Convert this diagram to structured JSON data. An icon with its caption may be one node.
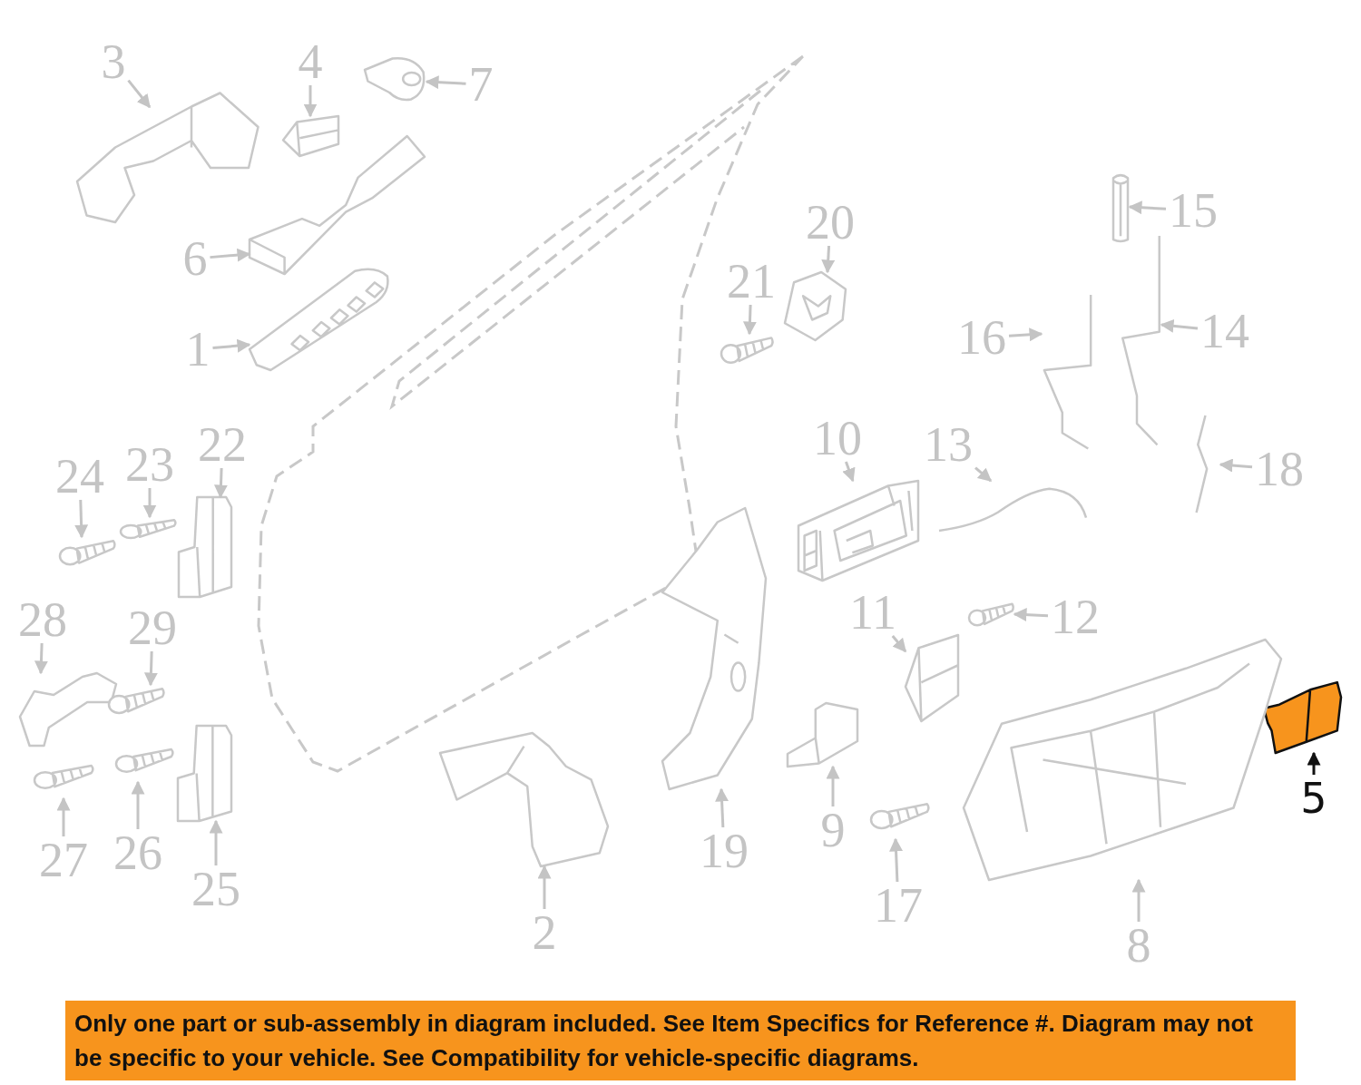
{
  "diagram": {
    "nodes": [
      {
        "text": [
          "1"
        ]
      },
      {
        "text": [
          "2"
        ]
      },
      {
        "text": [
          "3"
        ]
      },
      {
        "text": [
          "4"
        ]
      },
      {
        "text": [
          "5"
        ]
      },
      {
        "text": [
          "6"
        ]
      },
      {
        "text": [
          "7"
        ]
      },
      {
        "text": [
          "8"
        ]
      },
      {
        "text": [
          "9"
        ]
      },
      {
        "text": [
          "10"
        ]
      },
      {
        "text": [
          "11"
        ]
      },
      {
        "text": [
          "12"
        ]
      },
      {
        "text": [
          "13"
        ]
      },
      {
        "text": [
          "14"
        ]
      },
      {
        "text": [
          "15"
        ]
      },
      {
        "text": [
          "16"
        ]
      },
      {
        "text": [
          "17"
        ]
      },
      {
        "text": [
          "18"
        ]
      },
      {
        "text": [
          "19"
        ]
      },
      {
        "text": [
          "20"
        ]
      },
      {
        "text": [
          "21"
        ]
      },
      {
        "text": [
          "22"
        ]
      },
      {
        "text": [
          "23"
        ]
      },
      {
        "text": [
          "24"
        ]
      },
      {
        "text": [
          "25"
        ]
      },
      {
        "text": [
          "26"
        ]
      },
      {
        "text": [
          "27"
        ]
      },
      {
        "text": [
          "28"
        ]
      },
      {
        "text": [
          "29"
        ]
      },
      {
        "text": [],
        "shape": "picture"
      },
      {
        "text": [],
        "shape": "picture"
      },
      {
        "text": [],
        "shape": "picture"
      },
      {
        "text": [],
        "shape": "picture"
      },
      {
        "text": [],
        "shape": "picture"
      },
      {
        "text": [],
        "shape": "picture"
      },
      {
        "text": [],
        "shape": "picture"
      },
      {
        "text": [],
        "shape": "picture"
      },
      {
        "text": [],
        "shape": "picture"
      },
      {
        "text": [],
        "shape": "picture"
      },
      {
        "text": [],
        "shape": "picture"
      },
      {
        "text": [],
        "shape": "picture"
      },
      {
        "text": [],
        "shape": "picture"
      },
      {
        "text": [],
        "shape": "picture"
      },
      {
        "text": [],
        "shape": "picture"
      },
      {
        "text": [],
        "shape": "picture"
      },
      {
        "text": [],
        "shape": "picture"
      },
      {
        "text": [],
        "shape": "picture"
      },
      {
        "text": [],
        "shape": "picture"
      },
      {
        "text": [],
        "shape": "picture"
      },
      {
        "text": [],
        "shape": "picture"
      },
      {
        "text": [],
        "shape": "picture"
      },
      {
        "text": [],
        "shape": "picture"
      },
      {
        "text": [],
        "shape": "picture"
      },
      {
        "text": [],
        "shape": "picture"
      },
      {
        "text": [],
        "shape": "picture"
      },
      {
        "text": [],
        "shape": "picture"
      },
      {
        "text": [],
        "shape": "picture"
      },
      {
        "text": [],
        "shape": "picture"
      },
      {
        "text": [
          "Only one part or sub-assembly in diagram included. See Item Specifics for Reference #. Diagram may not be specific to your vehicle. See Compatibility for vehicle-specific diagrams."
        ]
      }
    ],
    "edges": [
      {
        "from": 0,
        "to": 29,
        "arrow": "to"
      },
      {
        "from": 1,
        "to": 30,
        "arrow": "to"
      },
      {
        "from": 2,
        "to": 31,
        "arrow": "to"
      },
      {
        "from": 3,
        "to": 32,
        "arrow": "to"
      },
      {
        "from": 4,
        "to": 33,
        "arrow": "to",
        "color": "#111111"
      },
      {
        "from": 5,
        "to": 34,
        "arrow": "to"
      },
      {
        "from": 6,
        "to": 35,
        "arrow": "to"
      },
      {
        "from": 7,
        "to": 36,
        "arrow": "to"
      },
      {
        "from": 8,
        "to": 37,
        "arrow": "to"
      },
      {
        "from": 9,
        "to": 38,
        "arrow": "to"
      },
      {
        "from": 10,
        "to": 39,
        "arrow": "to"
      },
      {
        "from": 11,
        "to": 40,
        "arrow": "to"
      },
      {
        "from": 12,
        "to": 41,
        "arrow": "to"
      },
      {
        "from": 13,
        "to": 42,
        "arrow": "to"
      },
      {
        "from": 14,
        "to": 43,
        "arrow": "to"
      },
      {
        "from": 15,
        "to": 44,
        "arrow": "to"
      },
      {
        "from": 16,
        "to": 45,
        "arrow": "to"
      },
      {
        "from": 17,
        "to": 46,
        "arrow": "to"
      },
      {
        "from": 18,
        "to": 47,
        "arrow": "to"
      },
      {
        "from": 19,
        "to": 48,
        "arrow": "to"
      },
      {
        "from": 20,
        "to": 49,
        "arrow": "to"
      },
      {
        "from": 21,
        "to": 50,
        "arrow": "to"
      },
      {
        "from": 22,
        "to": 51,
        "arrow": "to"
      },
      {
        "from": 23,
        "to": 52,
        "arrow": "to"
      },
      {
        "from": 24,
        "to": 53,
        "arrow": "to"
      },
      {
        "from": 25,
        "to": 54,
        "arrow": "to"
      },
      {
        "from": 26,
        "to": 55,
        "arrow": "to"
      },
      {
        "from": 27,
        "to": 56,
        "arrow": "to"
      },
      {
        "from": 28,
        "to": 57,
        "arrow": "to"
      }
    ]
  }
}
